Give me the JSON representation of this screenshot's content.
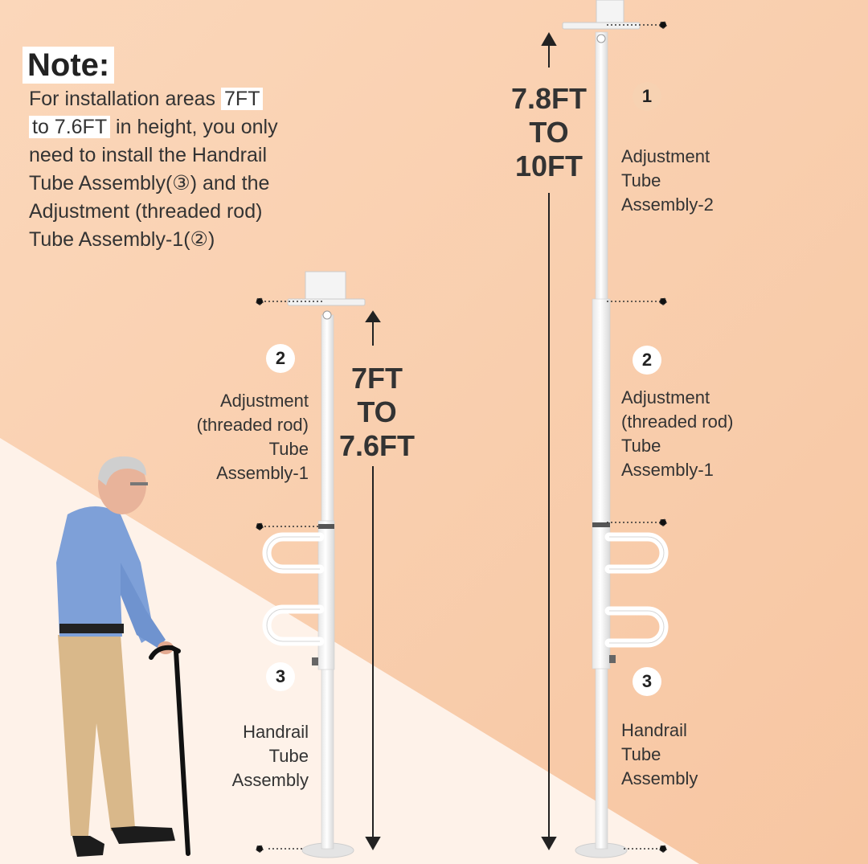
{
  "note": {
    "title": "Note:",
    "line1_pre": "For installation areas ",
    "line1_hl": "7FT",
    "line2_hl": "to 7.6FT",
    "line2_post": " in height, you only",
    "line3": "need to install the Handrail",
    "line4": "Tube Assembly(③) and the",
    "line5": "Adjustment (threaded rod)",
    "line6": "Tube Assembly-1(②)"
  },
  "left_pole": {
    "height": [
      "7FT",
      "TO",
      "7.6FT"
    ],
    "part2_number": "2",
    "part2_label": [
      "Adjustment",
      "(threaded rod)",
      "Tube",
      "Assembly-1"
    ],
    "part3_number": "3",
    "part3_label": [
      "Handrail",
      "Tube",
      "Assembly"
    ]
  },
  "right_pole": {
    "height": [
      "7.8FT",
      "TO",
      "10FT"
    ],
    "part1_number": "1",
    "part1_label": [
      "Adjustment",
      "Tube",
      "Assembly-2"
    ],
    "part2_number": "2",
    "part2_label": [
      "Adjustment",
      "(threaded rod)",
      "Tube",
      "Assembly-1"
    ],
    "part3_number": "3",
    "part3_label": [
      "Handrail",
      "Tube",
      "Assembly"
    ]
  },
  "colors": {
    "band": "#f9cfae",
    "band_light": "#fbdcc5",
    "pole": "#ffffff",
    "text": "#333333"
  }
}
